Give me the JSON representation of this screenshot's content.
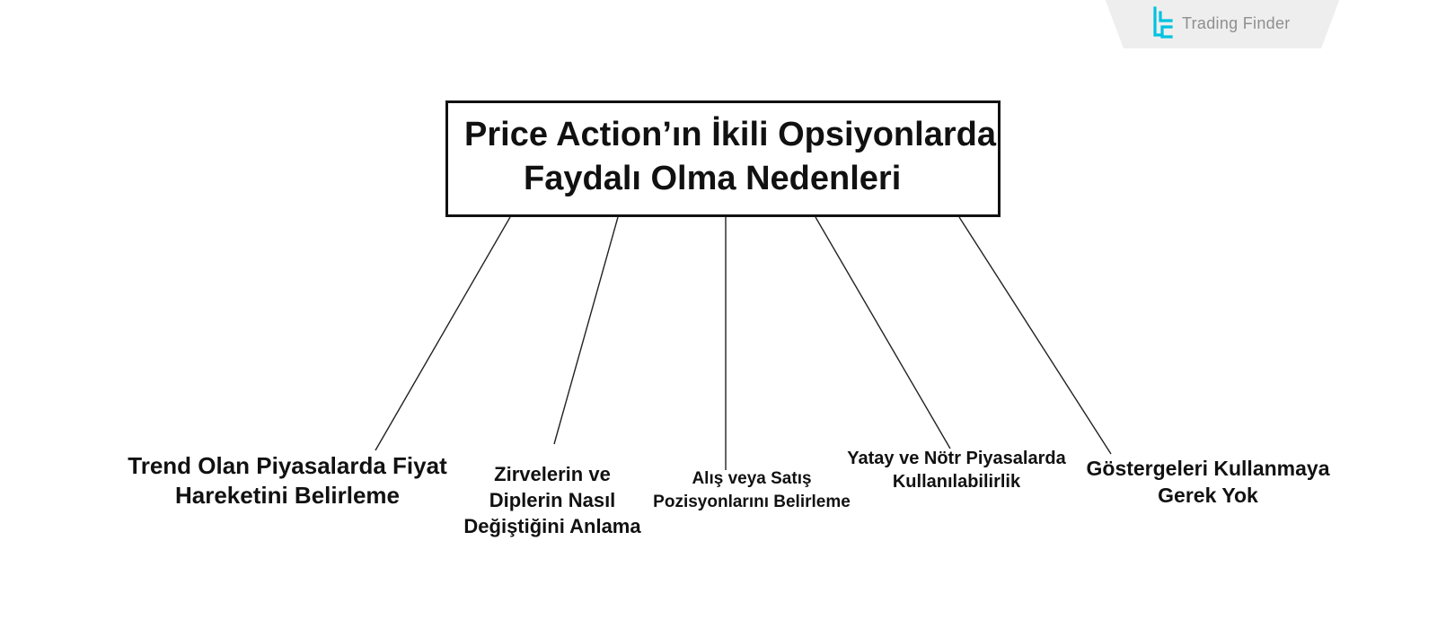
{
  "brand": {
    "logo_text": "Trading Finder",
    "logo_icon": "trading-finder-logo-icon",
    "accent_color": "#00c2e0"
  },
  "diagram": {
    "title_lines": [
      "Price Action’ın İkili Opsiyonlarda",
      "Faydalı Olma Nedenleri"
    ],
    "nodes": [
      {
        "lines": [
          "Trend Olan Piyasalarda Fiyat",
          "Hareketini Belirleme"
        ]
      },
      {
        "lines": [
          "Zirvelerin ve",
          "Diplerin Nasıl",
          "Değiştiğini Anlama"
        ]
      },
      {
        "lines": [
          "Alış veya Satış",
          "Pozisyonlarını Belirleme"
        ]
      },
      {
        "lines": [
          "Yatay ve Nötr Piyasalarda",
          "Kullanılabilirlik"
        ]
      },
      {
        "lines": [
          "Göstergeleri Kullanmaya",
          "Gerek Yok"
        ]
      }
    ]
  }
}
